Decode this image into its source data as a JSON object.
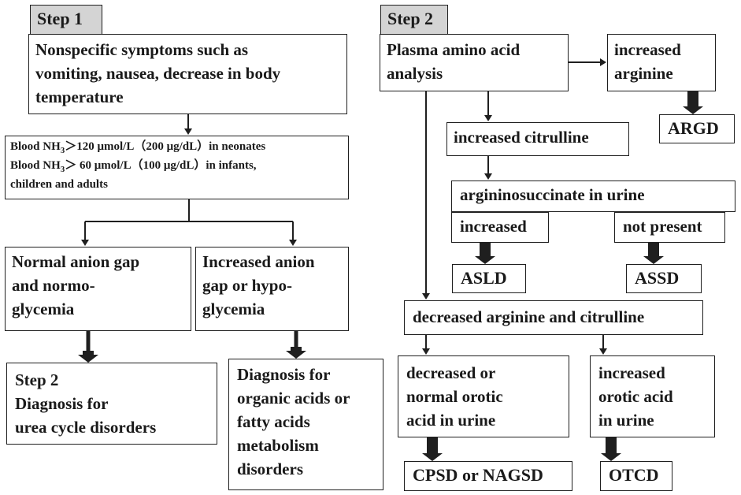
{
  "step1": {
    "tab": "Step 1",
    "symptoms": [
      "Nonspecific symptoms such as",
      "vomiting, nausea, decrease in body",
      "temperature"
    ],
    "ammonia": {
      "line1": {
        "pre": "Blood NH",
        "sub": "3",
        "post": "＞120 μmol/L（200 μg/dL）in neonates"
      },
      "line2": {
        "pre": "Blood NH",
        "sub": "3",
        "post": "＞ 60 μmol/L（100 μg/dL）in infants,"
      },
      "line3": "children and adults"
    },
    "normal_gap": [
      "Normal anion gap",
      "and normo-",
      "glycemia"
    ],
    "increased_gap": [
      "Increased anion",
      "gap or hypo-",
      "glycemia"
    ],
    "to_step2": [
      "Step 2",
      "Diagnosis for",
      "urea cycle disorders"
    ],
    "organic": [
      "Diagnosis for",
      "organic acids or",
      "fatty acids",
      "metabolism",
      "disorders"
    ]
  },
  "step2": {
    "tab": "Step 2",
    "plasma": [
      "Plasma amino acid",
      "analysis"
    ],
    "increased_arginine": [
      "increased",
      "arginine"
    ],
    "argd": "ARGD",
    "increased_citrulline": "increased citrulline",
    "asa_urine": "argininosuccinate in urine",
    "asa_increased": "increased",
    "asa_not_present": "not present",
    "asld": "ASLD",
    "assd": "ASSD",
    "decreased_arg_cit": "decreased arginine and citrulline",
    "orotic_low": [
      "decreased or",
      "normal orotic",
      "acid in urine"
    ],
    "orotic_high": [
      "increased",
      "orotic acid",
      "in urine"
    ],
    "cpsd": "CPSD or NAGSD",
    "otcd": "OTCD"
  }
}
